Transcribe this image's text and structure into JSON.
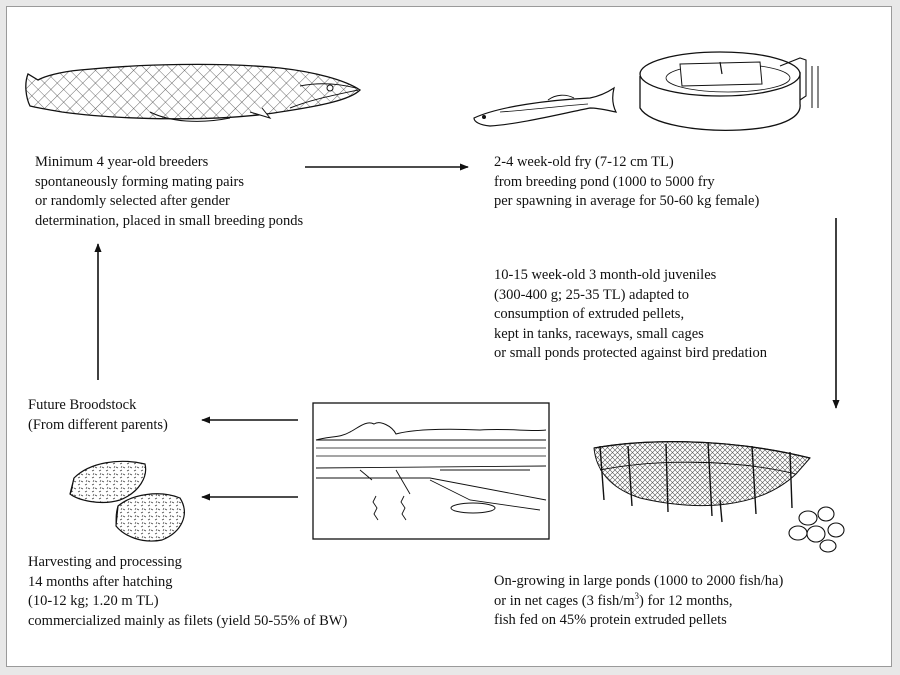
{
  "stages": {
    "breeders": {
      "lines": [
        "Minimum 4 year-old breeders",
        "spontaneously forming mating pairs",
        "or randomly selected after gender",
        "determination, placed in small breeding ponds"
      ]
    },
    "fry": {
      "lines": [
        "2-4 week-old fry (7-12 cm TL)",
        "from breeding pond (1000 to 5000 fry",
        "per spawning in average for 50-60 kg female)"
      ]
    },
    "juveniles": {
      "lines": [
        "10-15 week-old 3 month-old juveniles",
        "(300-400 g; 25-35 TL) adapted to",
        "consumption of extruded pellets,",
        "kept in tanks, raceways, small cages",
        "or small ponds protected against bird predation"
      ]
    },
    "ongrowing": {
      "line1": "On-growing in large ponds (1000 to 2000 fish/ha)",
      "line2_pre": "or in net cages (3 fish/m",
      "line2_sup": "3",
      "line2_post": ") for 12 months,",
      "line3": "fish fed on 45% protein extruded pellets"
    },
    "broodstock": {
      "lines": [
        "Future Broodstock",
        "(From different parents)"
      ]
    },
    "harvest": {
      "lines": [
        "Harvesting and processing",
        "14 months after hatching",
        "(10-12 kg; 1.20 m TL)",
        "commercialized mainly as filets (yield 50-55% of BW)"
      ]
    }
  },
  "illustrations": [
    "adult-arapaima-fish",
    "fry-fish",
    "circular-breeding-tank",
    "pond-landscape",
    "net-cage",
    "pellets",
    "fish-filets"
  ]
}
